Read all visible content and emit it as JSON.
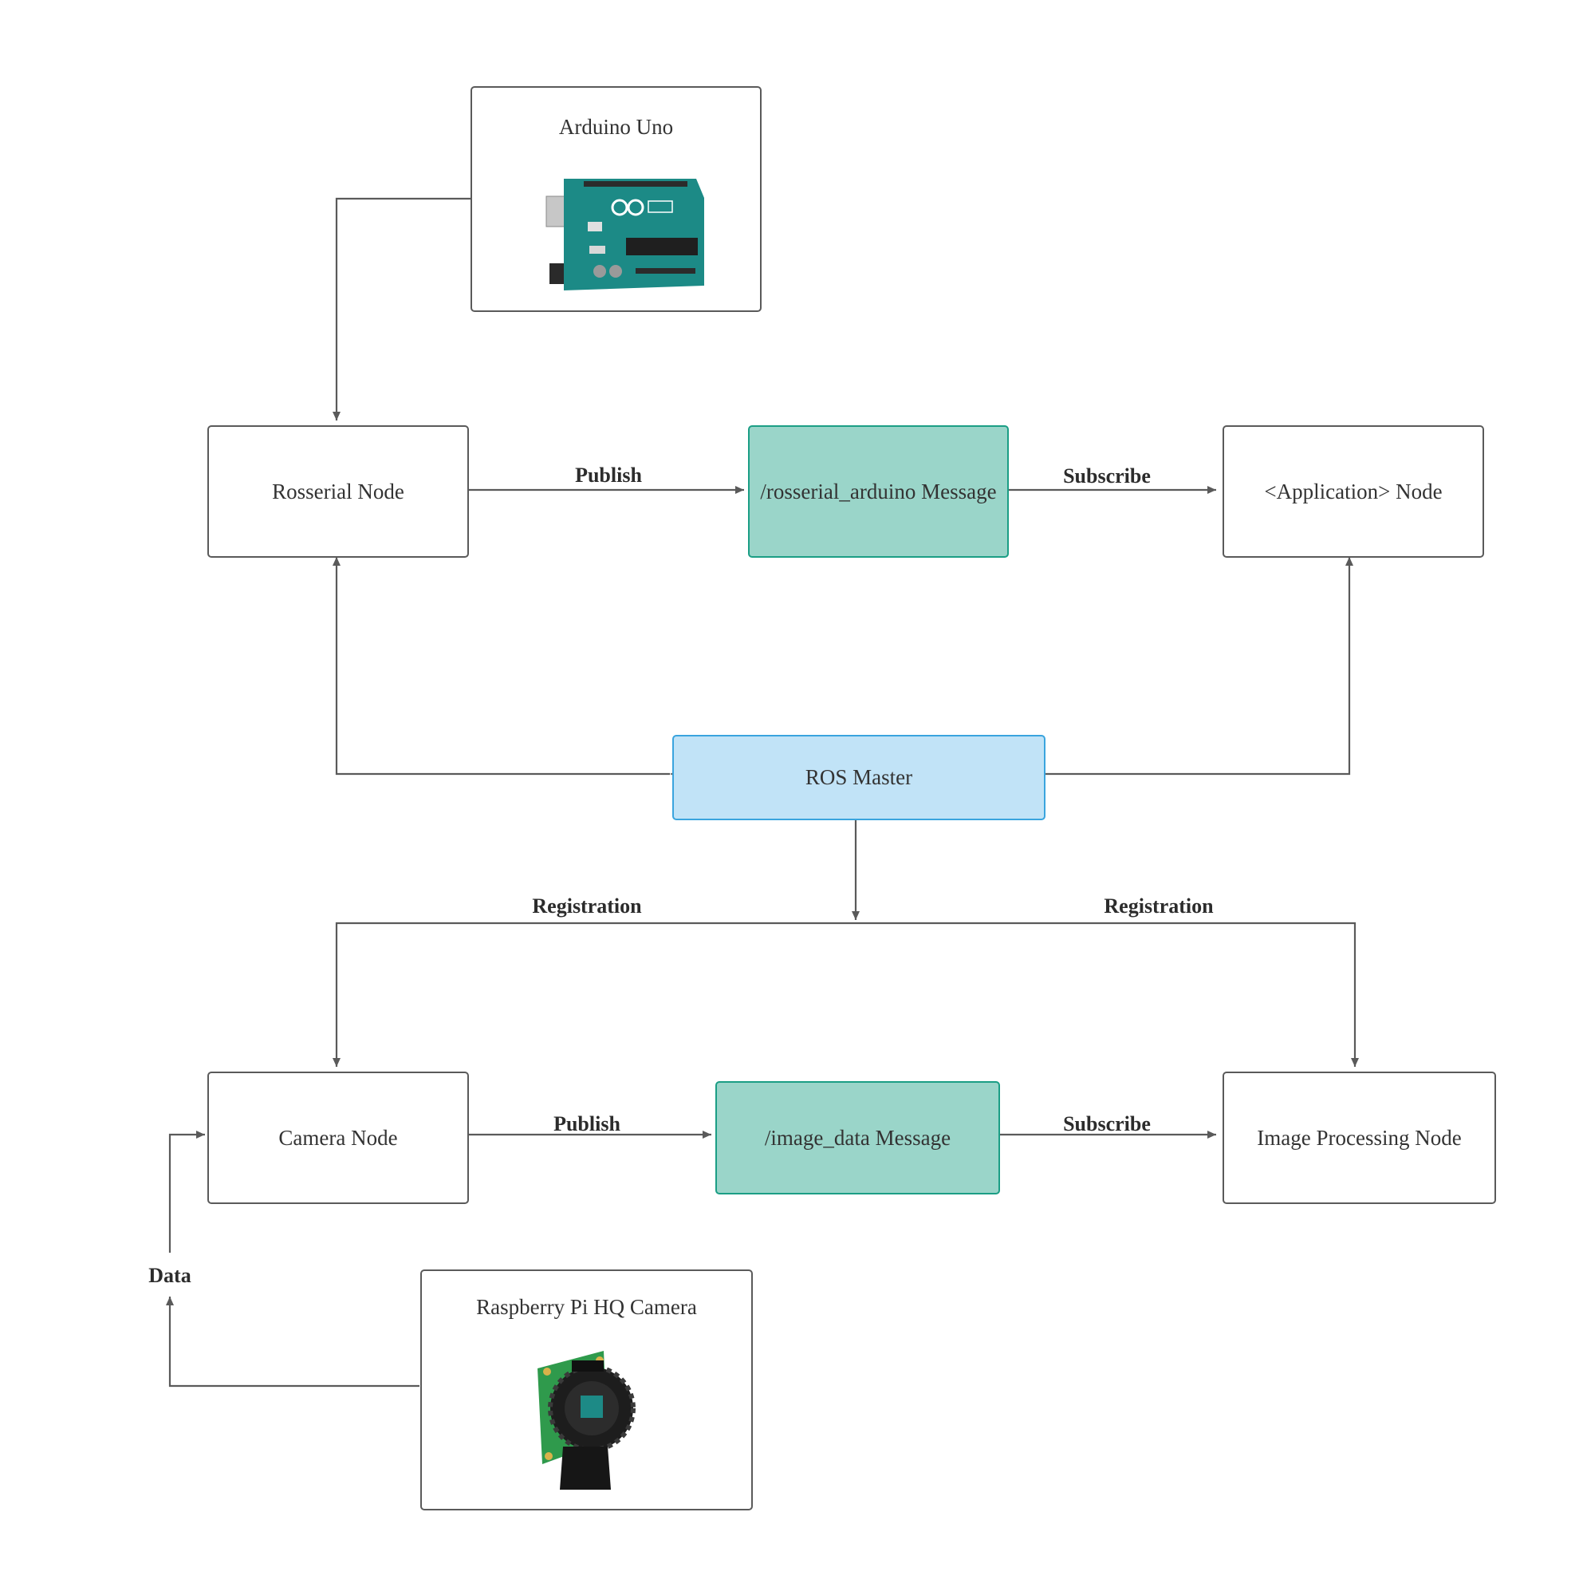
{
  "nodes": {
    "arduino_uno": "Arduino Uno",
    "rosserial_node": "Rosserial Node",
    "rosserial_message": "/rosserial_arduino Message",
    "application_node": "<Application> Node",
    "ros_master": "ROS Master",
    "camera_node": "Camera Node",
    "image_data_message": "/image_data Message",
    "image_processing_node": "Image Processing Node",
    "raspberry_camera": "Raspberry Pi HQ Camera"
  },
  "edges": {
    "publish_top": "Publish",
    "subscribe_top": "Subscribe",
    "registration_left": "Registration",
    "registration_right": "Registration",
    "publish_bottom": "Publish",
    "subscribe_bottom": "Subscribe",
    "data": "Data"
  },
  "colors": {
    "line": "#5a5a5a",
    "message_fill": "#9ad5c9",
    "message_border": "#1b9e85",
    "master_fill": "#c1e3f7",
    "master_border": "#3aa4de",
    "arduino_board": "#1c8a86"
  }
}
